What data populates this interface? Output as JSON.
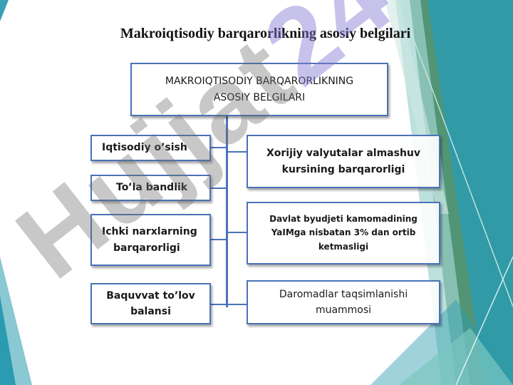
{
  "title": "Makroiqtisodiy barqarorlikning asosiy belgilari",
  "top_box": {
    "line1": "MAKROIQTISODIY BARQARORLIKNING",
    "line2": "ASOSIY BELGILARI"
  },
  "left_boxes": [
    {
      "line1": "Iqtisodiy o’sish",
      "line2": ""
    },
    {
      "line1": "To’la bandlik",
      "line2": ""
    },
    {
      "line1": "Ichki narxlarning",
      "line2": "barqarorligi"
    },
    {
      "line1": "Baquvvat to’lov",
      "line2": "balansi"
    }
  ],
  "right_boxes": [
    {
      "line1": "Xorijiy valyutalar almashuv",
      "line2": "kursining barqarorligi",
      "line3": ""
    },
    {
      "line1": "Davlat byudjeti kamomadining",
      "line2": "YaIMga nisbatan 3% dan ortib",
      "line3": "ketmasligi"
    },
    {
      "line1": "Daromadlar taqsimlanishi",
      "line2": "muammosi",
      "line3": ""
    }
  ],
  "watermark": {
    "text": "Hujjat",
    "accent": "24"
  },
  "colors": {
    "box_border": "#4a72b8",
    "connector": "#4a72b8",
    "teal": "#2a9bb0",
    "green": "#3e8a66"
  }
}
